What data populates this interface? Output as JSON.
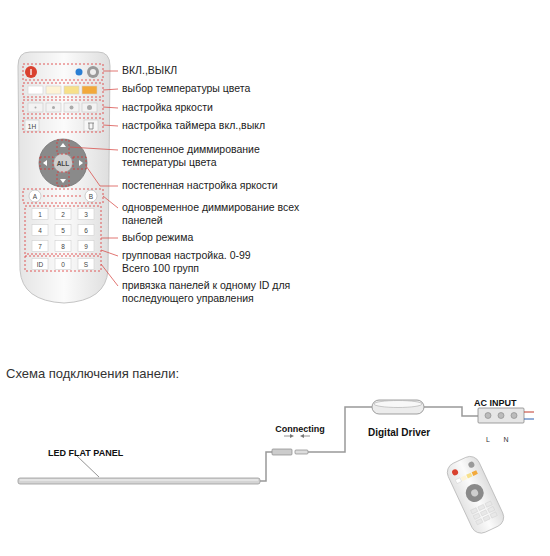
{
  "diagram": {
    "title": "Схема подключения панели:",
    "nodes": [
      {
        "text": [
          "LED FLAT PANEL"
        ]
      },
      {
        "text": [
          "Connecting"
        ]
      },
      {
        "text": [
          "Digital Driver"
        ]
      },
      {
        "text": [
          "AC INPUT"
        ]
      }
    ],
    "edges": [
      {
        "from": 0,
        "to": 1,
        "arrow": "none"
      },
      {
        "from": 1,
        "to": 2,
        "arrow": "none"
      },
      {
        "from": 2,
        "to": 3,
        "arrow": "none"
      }
    ],
    "labels": [
      "ВКЛ.,ВЫКЛ",
      "выбор температуры цвета",
      "настройка яркости",
      "1H",
      "настройка таймера вкл.,выкл",
      "ALL",
      "постепенное диммирование температуры цвета",
      "постепенная настройка яркости",
      "A",
      "B",
      "одновременное диммирование всех панелей",
      "1",
      "2",
      "3",
      "4",
      "5",
      "6",
      "7",
      "8",
      "9",
      "выбор режима",
      "ID",
      "0",
      "S",
      "групповая настройка. 0-99 Всего 100 групп",
      "привязка панелей к одному ID для последующего управления",
      "L",
      "N"
    ]
  }
}
